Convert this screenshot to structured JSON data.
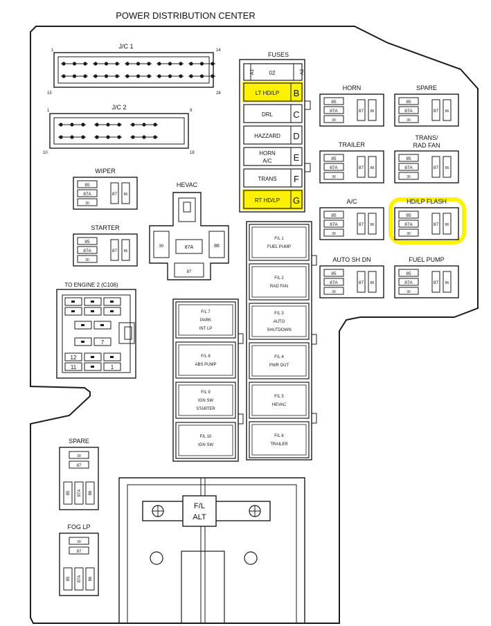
{
  "title": "POWER DISTRIBUTION CENTER",
  "colors": {
    "outline": "#1a1a1a",
    "highlight": "#fff200",
    "background": "#ffffff"
  },
  "jc1": {
    "label": "J/C 1",
    "pin_first": "1",
    "pin_last_top": "14",
    "pin_first_bottom": "15",
    "pin_last": "28"
  },
  "jc2": {
    "label": "J/C 2",
    "pin_first": "1",
    "pin_last_top": "9",
    "pin_first_bottom": "10",
    "pin_last": "18"
  },
  "fuses": {
    "label": "FUSES",
    "slot_a": {
      "left": "A1",
      "center": "02",
      "right": "A2"
    },
    "rows": [
      {
        "text": "LT HD/LP",
        "letter": "B",
        "highlight": true
      },
      {
        "text": "DRL",
        "letter": "C",
        "highlight": false
      },
      {
        "text": "HAZZARD",
        "letter": "D",
        "highlight": false
      },
      {
        "text": "HORN",
        "text2": "A/C",
        "letter": "E",
        "highlight": false
      },
      {
        "text": "TRANS",
        "letter": "F",
        "highlight": false
      },
      {
        "text": "RT HD/LP",
        "letter": "G",
        "highlight": true
      }
    ]
  },
  "relay_pins": {
    "p85": "85",
    "p87a": "87A",
    "p87": "87",
    "p86": "86",
    "p30": "30"
  },
  "relays": {
    "wiper": "WIPER",
    "starter": "STARTER",
    "horn": "HORN",
    "spare_top": "SPARE",
    "trailer": "TRAILER",
    "trans_rad_fan_1": "TRANS/",
    "trans_rad_fan_2": "RAD FAN",
    "ac": "A/C",
    "hdlp_flash": "HD/LP FLASH",
    "auto_shdn": "AUTO SH DN",
    "fuel_pump": "FUEL PUMP"
  },
  "hevac": {
    "label": "HEVAC",
    "pin_87a": "87A",
    "pin_86": "86",
    "pin_30": "30",
    "pin_87": "87"
  },
  "engine_connector": {
    "label": "TO ENGINE 2 (C106)",
    "pins": [
      "12",
      "11",
      "7",
      "1"
    ]
  },
  "fusible_links_left": [
    {
      "line1": "F/L 7",
      "line2": "PARK",
      "line3": "INT LP"
    },
    {
      "line1": "F/L 8",
      "line2": "ABS PUMP",
      "line3": ""
    },
    {
      "line1": "F/L 9",
      "line2": "IGN SW",
      "line3": "STARTER"
    },
    {
      "line1": "F/L 10",
      "line2": "IGN SW",
      "line3": ""
    }
  ],
  "fusible_links_right": [
    {
      "line1": "F/L 1",
      "line2": "FUEL PUMP",
      "line3": ""
    },
    {
      "line1": "F/L 2",
      "line2": "RAD FAN",
      "line3": ""
    },
    {
      "line1": "F/L 3",
      "line2": "AUTO",
      "line3": "SHUTDOWN"
    },
    {
      "line1": "F/L 4",
      "line2": "PWR OUT",
      "line3": ""
    },
    {
      "line1": "F/L 5",
      "line2": "HEVAC",
      "line3": ""
    },
    {
      "line1": "F/L 6",
      "line2": "TRAILER",
      "line3": ""
    }
  ],
  "spare_lower": {
    "label": "SPARE",
    "pin_87": "87",
    "pin_85": "85",
    "pin_87a": "87A",
    "pin_86": "86"
  },
  "fog_lp": {
    "label": "FOG LP",
    "pin_87": "87",
    "pin_85": "85",
    "pin_87a": "87A",
    "pin_86": "86"
  },
  "alt": {
    "line1": "F/L",
    "line2": "ALT"
  }
}
